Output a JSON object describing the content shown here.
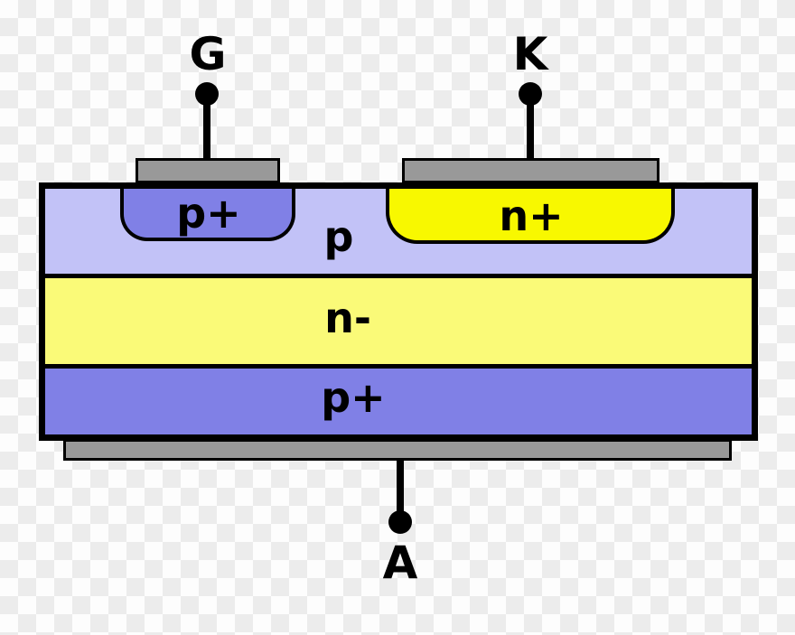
{
  "diagram": {
    "type": "semiconductor-cross-section",
    "description": "Thyristor / SCR planar cross-section with gate, cathode and anode terminals",
    "terminals": {
      "gate": {
        "label": "G"
      },
      "cathode": {
        "label": "K"
      },
      "anode": {
        "label": "A"
      }
    },
    "regions": {
      "p_plus_well": {
        "label": "p+"
      },
      "n_plus_well": {
        "label": "n+"
      },
      "p_layer": {
        "label": "p"
      },
      "n_minus_layer": {
        "label": "n-"
      },
      "p_plus_substrate": {
        "label": "p+"
      }
    },
    "colors": {
      "p_layer": "#c2c2f7",
      "p_plus": "#8080e6",
      "n_minus": "#fafa78",
      "n_plus": "#f8f800",
      "contact": "#999999",
      "outline": "#000000",
      "checker_light": "#fdfdfd",
      "checker_dark": "#ececec"
    }
  }
}
